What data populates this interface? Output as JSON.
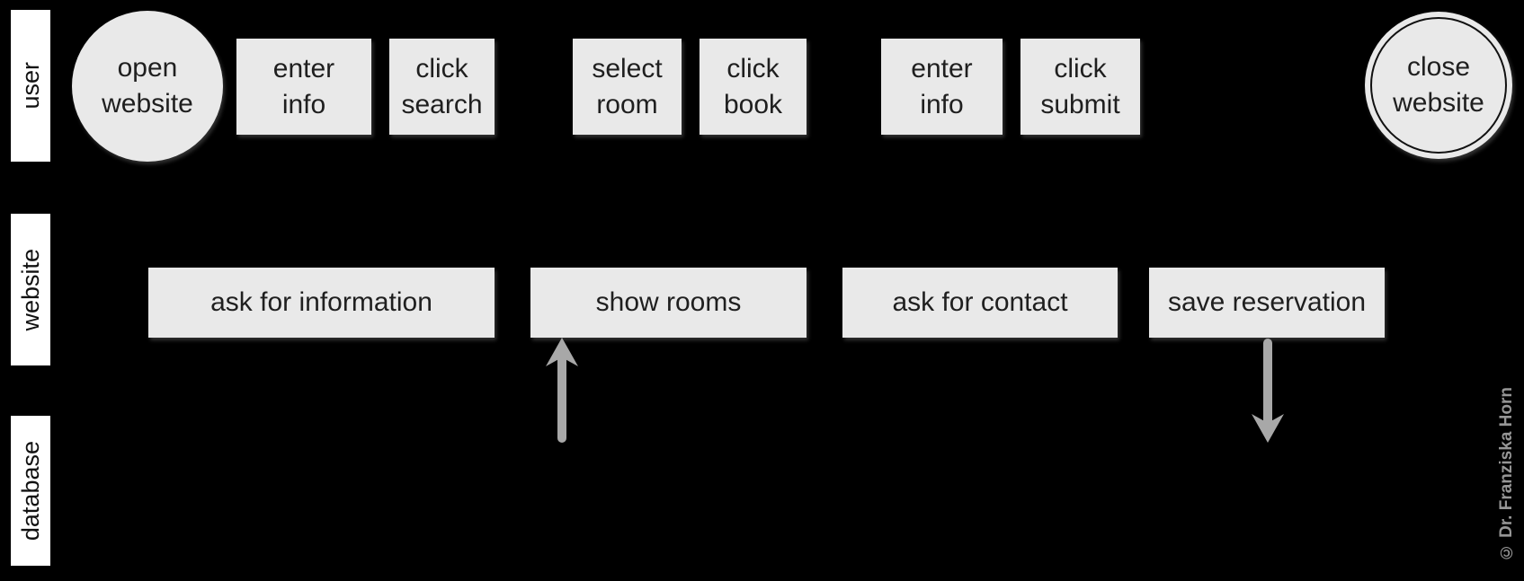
{
  "lanes": [
    {
      "label": "user"
    },
    {
      "label": "website"
    },
    {
      "label": "database"
    }
  ],
  "flow": {
    "user": {
      "start": "open website",
      "steps": [
        "enter info",
        "click search",
        "select room",
        "click book",
        "enter info",
        "click submit"
      ],
      "end": "close website"
    },
    "website": {
      "steps": [
        "ask for information",
        "show rooms",
        "ask for contact",
        "save reservation"
      ]
    },
    "database": {
      "steps": []
    }
  },
  "arrows": [
    {
      "name": "database-to-show-rooms",
      "direction": "up"
    },
    {
      "name": "save-reservation-to-database",
      "direction": "down"
    }
  ],
  "watermark": "© Dr. Franziska Horn",
  "colors": {
    "background": "#000000",
    "node_fill": "#e9e9e9",
    "lane_label_fill": "#ffffff",
    "node_text": "#1f1f1f",
    "arrow": "#a8a8a8",
    "watermark": "#969696"
  }
}
